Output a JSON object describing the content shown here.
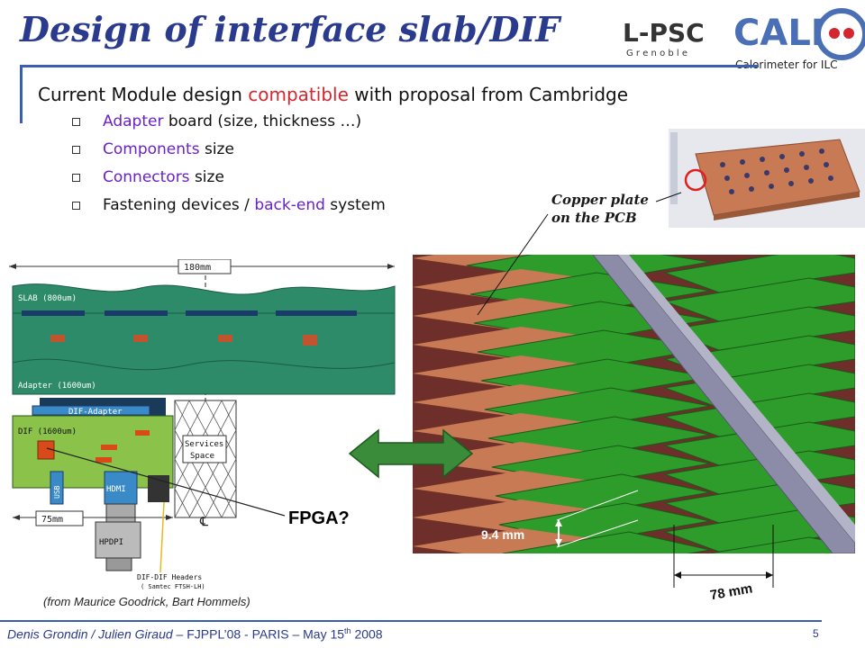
{
  "slide": {
    "title": "Design of interface slab/DIF",
    "subtitle": {
      "before": "Current Module design ",
      "highlight": "compatible",
      "after": " with proposal from Cambridge"
    },
    "bullets": [
      {
        "accent": "Adapter",
        "rest": " board (size, thickness …)"
      },
      {
        "accent": "Components",
        "rest": " size"
      },
      {
        "accent": "Connectors",
        "rest": " size"
      },
      {
        "accent": "",
        "rest": "Fastening devices / ",
        "accent2": "back-end",
        "rest2": " system"
      }
    ],
    "copper_caption_line1": "Copper plate",
    "copper_caption_line2": "on the PCB",
    "fpga_label": "FPGA?",
    "credit": "(from Maurice Goodrick, Bart Hommels)",
    "footer": {
      "authors": "Denis Grondin / Julien Giraud",
      "event": " – FJPPL’08 - PARIS – May 15",
      "sup": "th",
      "year": " 2008"
    },
    "page_number": "5"
  },
  "logos": {
    "lpsc_main": "L-PSC",
    "lpsc_sub": "G r e n o b l e",
    "calice_main": "CALI",
    "calice_sub": "Calorimeter for ILC"
  },
  "schematic": {
    "dim_top": "180mm",
    "slab": "SLAB (800um)",
    "adapter": "Adapter (1600um)",
    "dif_adapter": "DIF-Adapter",
    "dif": "DIF (1600um)",
    "services_line1": "Services",
    "services_line2": "Space",
    "usb": "USB",
    "hdmi": "HDMI",
    "hpdpi": "HPDPI",
    "dim_bottom": "75mm",
    "centerline": "℄",
    "headers_line1": "DIF-DIF Headers",
    "headers_line2": "( Samtec FTSH-LH)"
  },
  "render": {
    "dim_small": "9.4 mm",
    "dim_large": "78 mm"
  },
  "colors": {
    "title": "#2a3a8c",
    "accent_red": "#d4262e",
    "accent_purple": "#6a22c8",
    "rule": "#3a5fb0",
    "slab_green": "#2e8b6a",
    "dif_green": "#8bc34a",
    "pcb_green": "#2e9c2a",
    "copper": "#c87a55",
    "arrow_green": "#3a8c3a"
  }
}
